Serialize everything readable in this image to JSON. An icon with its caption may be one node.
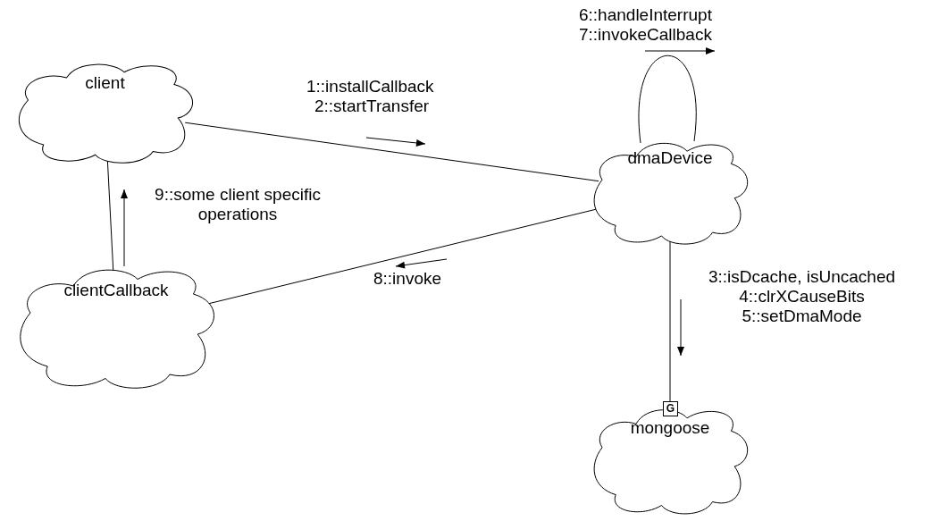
{
  "diagram": {
    "nodes": [
      {
        "text": [
          "client"
        ]
      },
      {
        "text": [
          "dmaDevice"
        ]
      },
      {
        "text": [
          "clientCallback"
        ]
      },
      {
        "text": [
          "mongoose"
        ]
      }
    ],
    "edges": [
      {
        "from": 1,
        "to": 1,
        "arrow": "none"
      },
      {
        "from": 0,
        "to": 1,
        "arrow": "none"
      },
      {
        "from": 2,
        "to": 0,
        "arrow": "none"
      },
      {
        "from": 1,
        "to": 2,
        "arrow": "none"
      },
      {
        "from": 1,
        "to": 3,
        "arrow": "none"
      }
    ],
    "labels": [
      "6::handleInterrupt",
      "7::invokeCallback",
      "1::installCallback",
      "2::startTransfer",
      "9::some client specific operations",
      "8::invoke",
      "3::isDcache, isUncached",
      "4::clrXCauseBits",
      "5::setDmaMode",
      "G"
    ]
  }
}
